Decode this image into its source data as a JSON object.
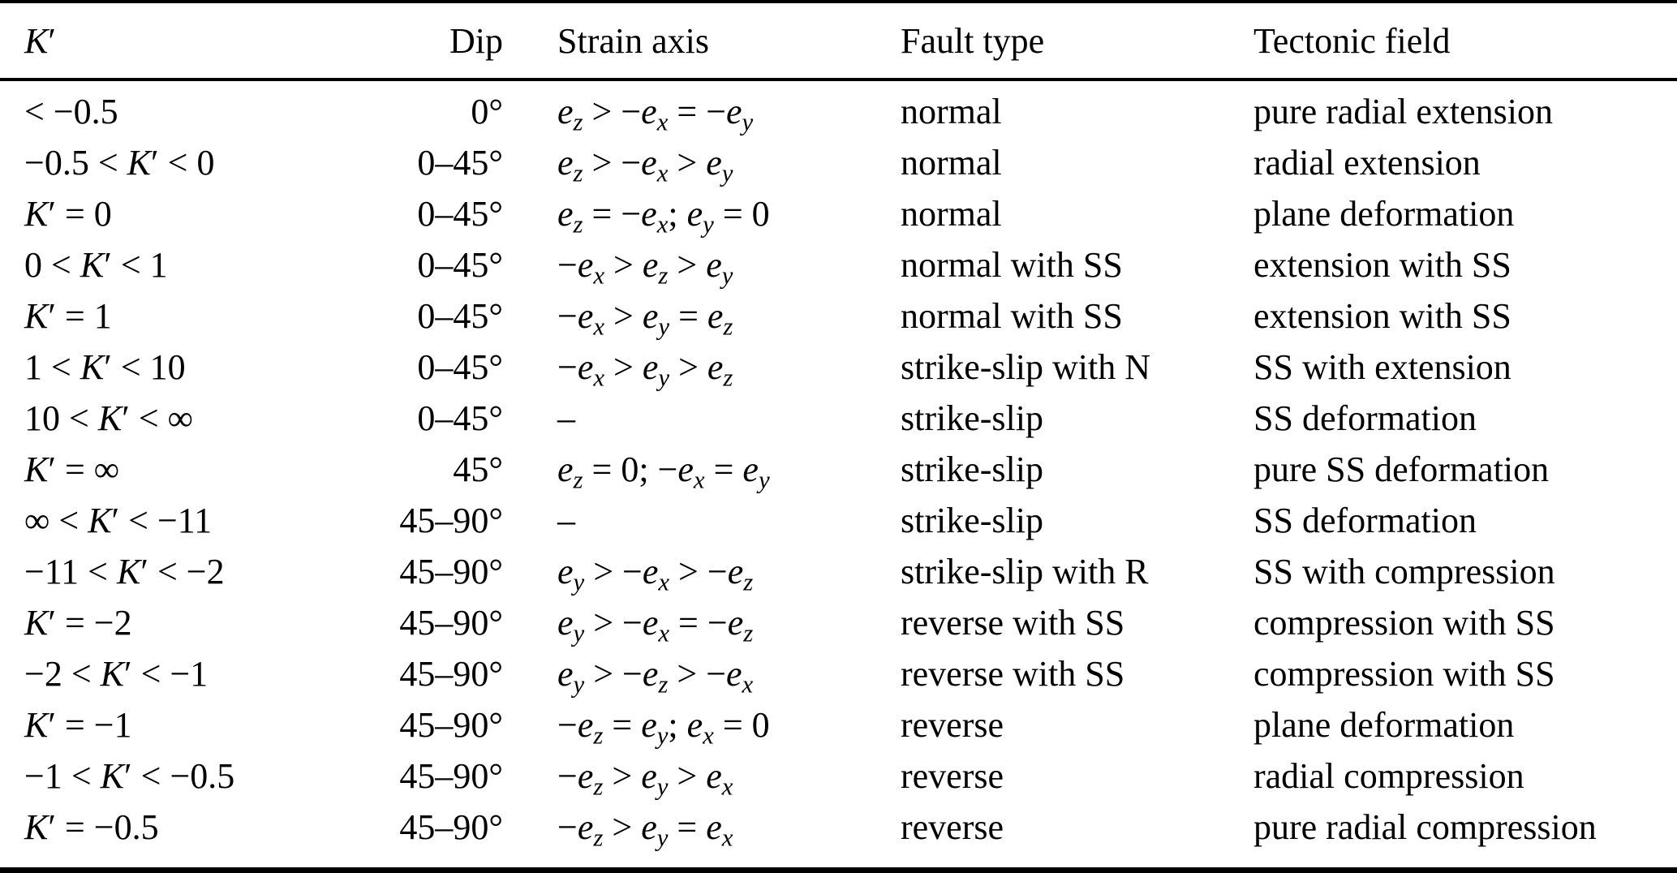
{
  "colors": {
    "text": "#000000",
    "background": "#ffffff",
    "rule": "#000000"
  },
  "table": {
    "columns": [
      {
        "label": "K′"
      },
      {
        "label": "Dip"
      },
      {
        "label": "Strain axis"
      },
      {
        "label": "Fault type"
      },
      {
        "label": "Tectonic field"
      }
    ],
    "rows": [
      {
        "k": "< −0.5",
        "dip": "0°",
        "strain": "e_z > −e_x = −e_y",
        "fault": "normal",
        "field": "pure radial extension"
      },
      {
        "k": "−0.5 < K′ < 0",
        "dip": "0–45°",
        "strain": "e_z > −e_x > e_y",
        "fault": "normal",
        "field": "radial extension"
      },
      {
        "k": "K′ = 0",
        "dip": "0–45°",
        "strain": "e_z = −e_x; e_y = 0",
        "fault": "normal",
        "field": "plane deformation"
      },
      {
        "k": "0 < K′ < 1",
        "dip": "0–45°",
        "strain": "−e_x > e_z > e_y",
        "fault": "normal with SS",
        "field": "extension with SS"
      },
      {
        "k": "K′ = 1",
        "dip": "0–45°",
        "strain": "−e_x > e_y = e_z",
        "fault": "normal with SS",
        "field": "extension with SS"
      },
      {
        "k": "1 < K′ < 10",
        "dip": "0–45°",
        "strain": "−e_x > e_y > e_z",
        "fault": "strike-slip with N",
        "field": "SS with extension"
      },
      {
        "k": "10 < K′ < ∞",
        "dip": "0–45°",
        "strain": "–",
        "fault": "strike-slip",
        "field": "SS deformation"
      },
      {
        "k": "K′ = ∞",
        "dip": "45°",
        "strain": "e_z = 0; −e_x = e_y",
        "fault": "strike-slip",
        "field": "pure SS deformation"
      },
      {
        "k": "∞ < K′ < −11",
        "dip": "45–90°",
        "strain": "–",
        "fault": "strike-slip",
        "field": "SS deformation"
      },
      {
        "k": "−11 < K′ < −2",
        "dip": "45–90°",
        "strain": "e_y > −e_x > −e_z",
        "fault": "strike-slip with R",
        "field": "SS with compression"
      },
      {
        "k": "K′ = −2",
        "dip": "45–90°",
        "strain": "e_y > −e_x = −e_z",
        "fault": "reverse with SS",
        "field": "compression with SS"
      },
      {
        "k": "−2 < K′ < −1",
        "dip": "45–90°",
        "strain": "e_y > −e_z > −e_x",
        "fault": "reverse with SS",
        "field": "compression with SS"
      },
      {
        "k": "K′ = −1",
        "dip": "45–90°",
        "strain": "−e_z = e_y; e_x = 0",
        "fault": "reverse",
        "field": "plane deformation"
      },
      {
        "k": "−1 < K′ < −0.5",
        "dip": "45–90°",
        "strain": "−e_z > e_y > e_x",
        "fault": "reverse",
        "field": "radial compression"
      },
      {
        "k": "K′ = −0.5",
        "dip": "45–90°",
        "strain": "−e_z > e_y = e_x",
        "fault": "reverse",
        "field": "pure radial compression"
      }
    ]
  }
}
